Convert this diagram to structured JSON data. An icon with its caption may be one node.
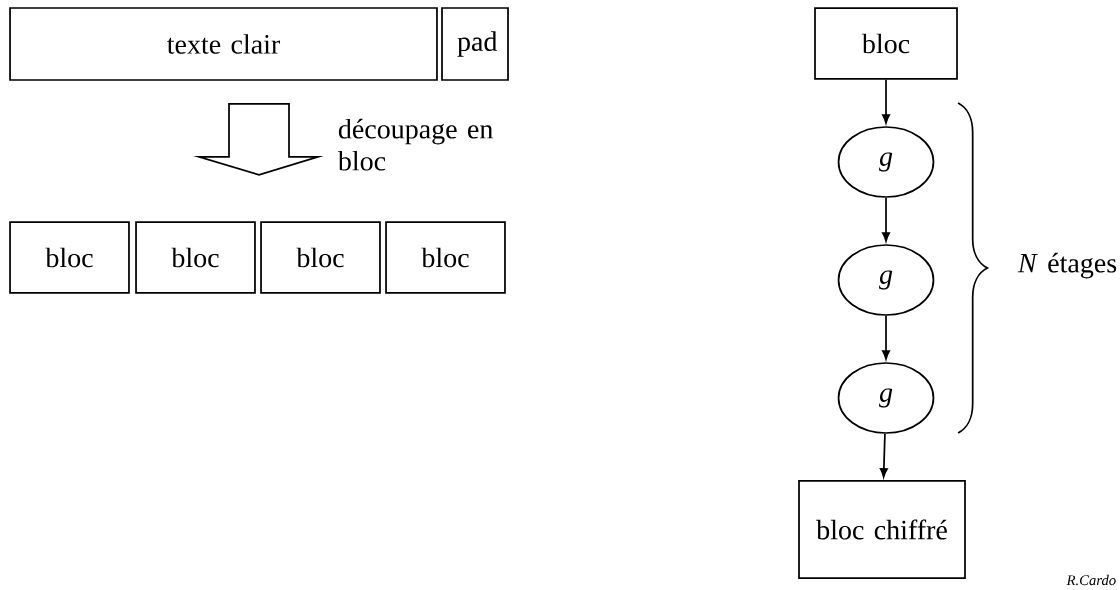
{
  "diagram": {
    "nodes": [
      {
        "text": [
          "texte clair"
        ]
      },
      {
        "text": [
          "pad"
        ]
      },
      {
        "text": [
          "bloc"
        ]
      },
      {
        "text": [
          "bloc"
        ]
      },
      {
        "text": [
          "bloc"
        ]
      },
      {
        "text": [
          "bloc"
        ]
      },
      {
        "text": [
          "bloc"
        ]
      },
      {
        "text": [
          "g"
        ]
      },
      {
        "text": [
          "g"
        ]
      },
      {
        "text": [
          "g"
        ]
      },
      {
        "text": [
          "bloc chiffré"
        ]
      }
    ],
    "edges": [
      {
        "from": 0,
        "to": null,
        "arrow": "to",
        "label": "découpage en bloc"
      },
      {
        "from": 6,
        "to": 7,
        "arrow": "to"
      },
      {
        "from": 7,
        "to": 8,
        "arrow": "to"
      },
      {
        "from": 8,
        "to": 9,
        "arrow": "to"
      },
      {
        "from": 9,
        "to": 10,
        "arrow": "to"
      }
    ],
    "labels": [
      "*N* étages",
      "R.Cardo"
    ]
  }
}
